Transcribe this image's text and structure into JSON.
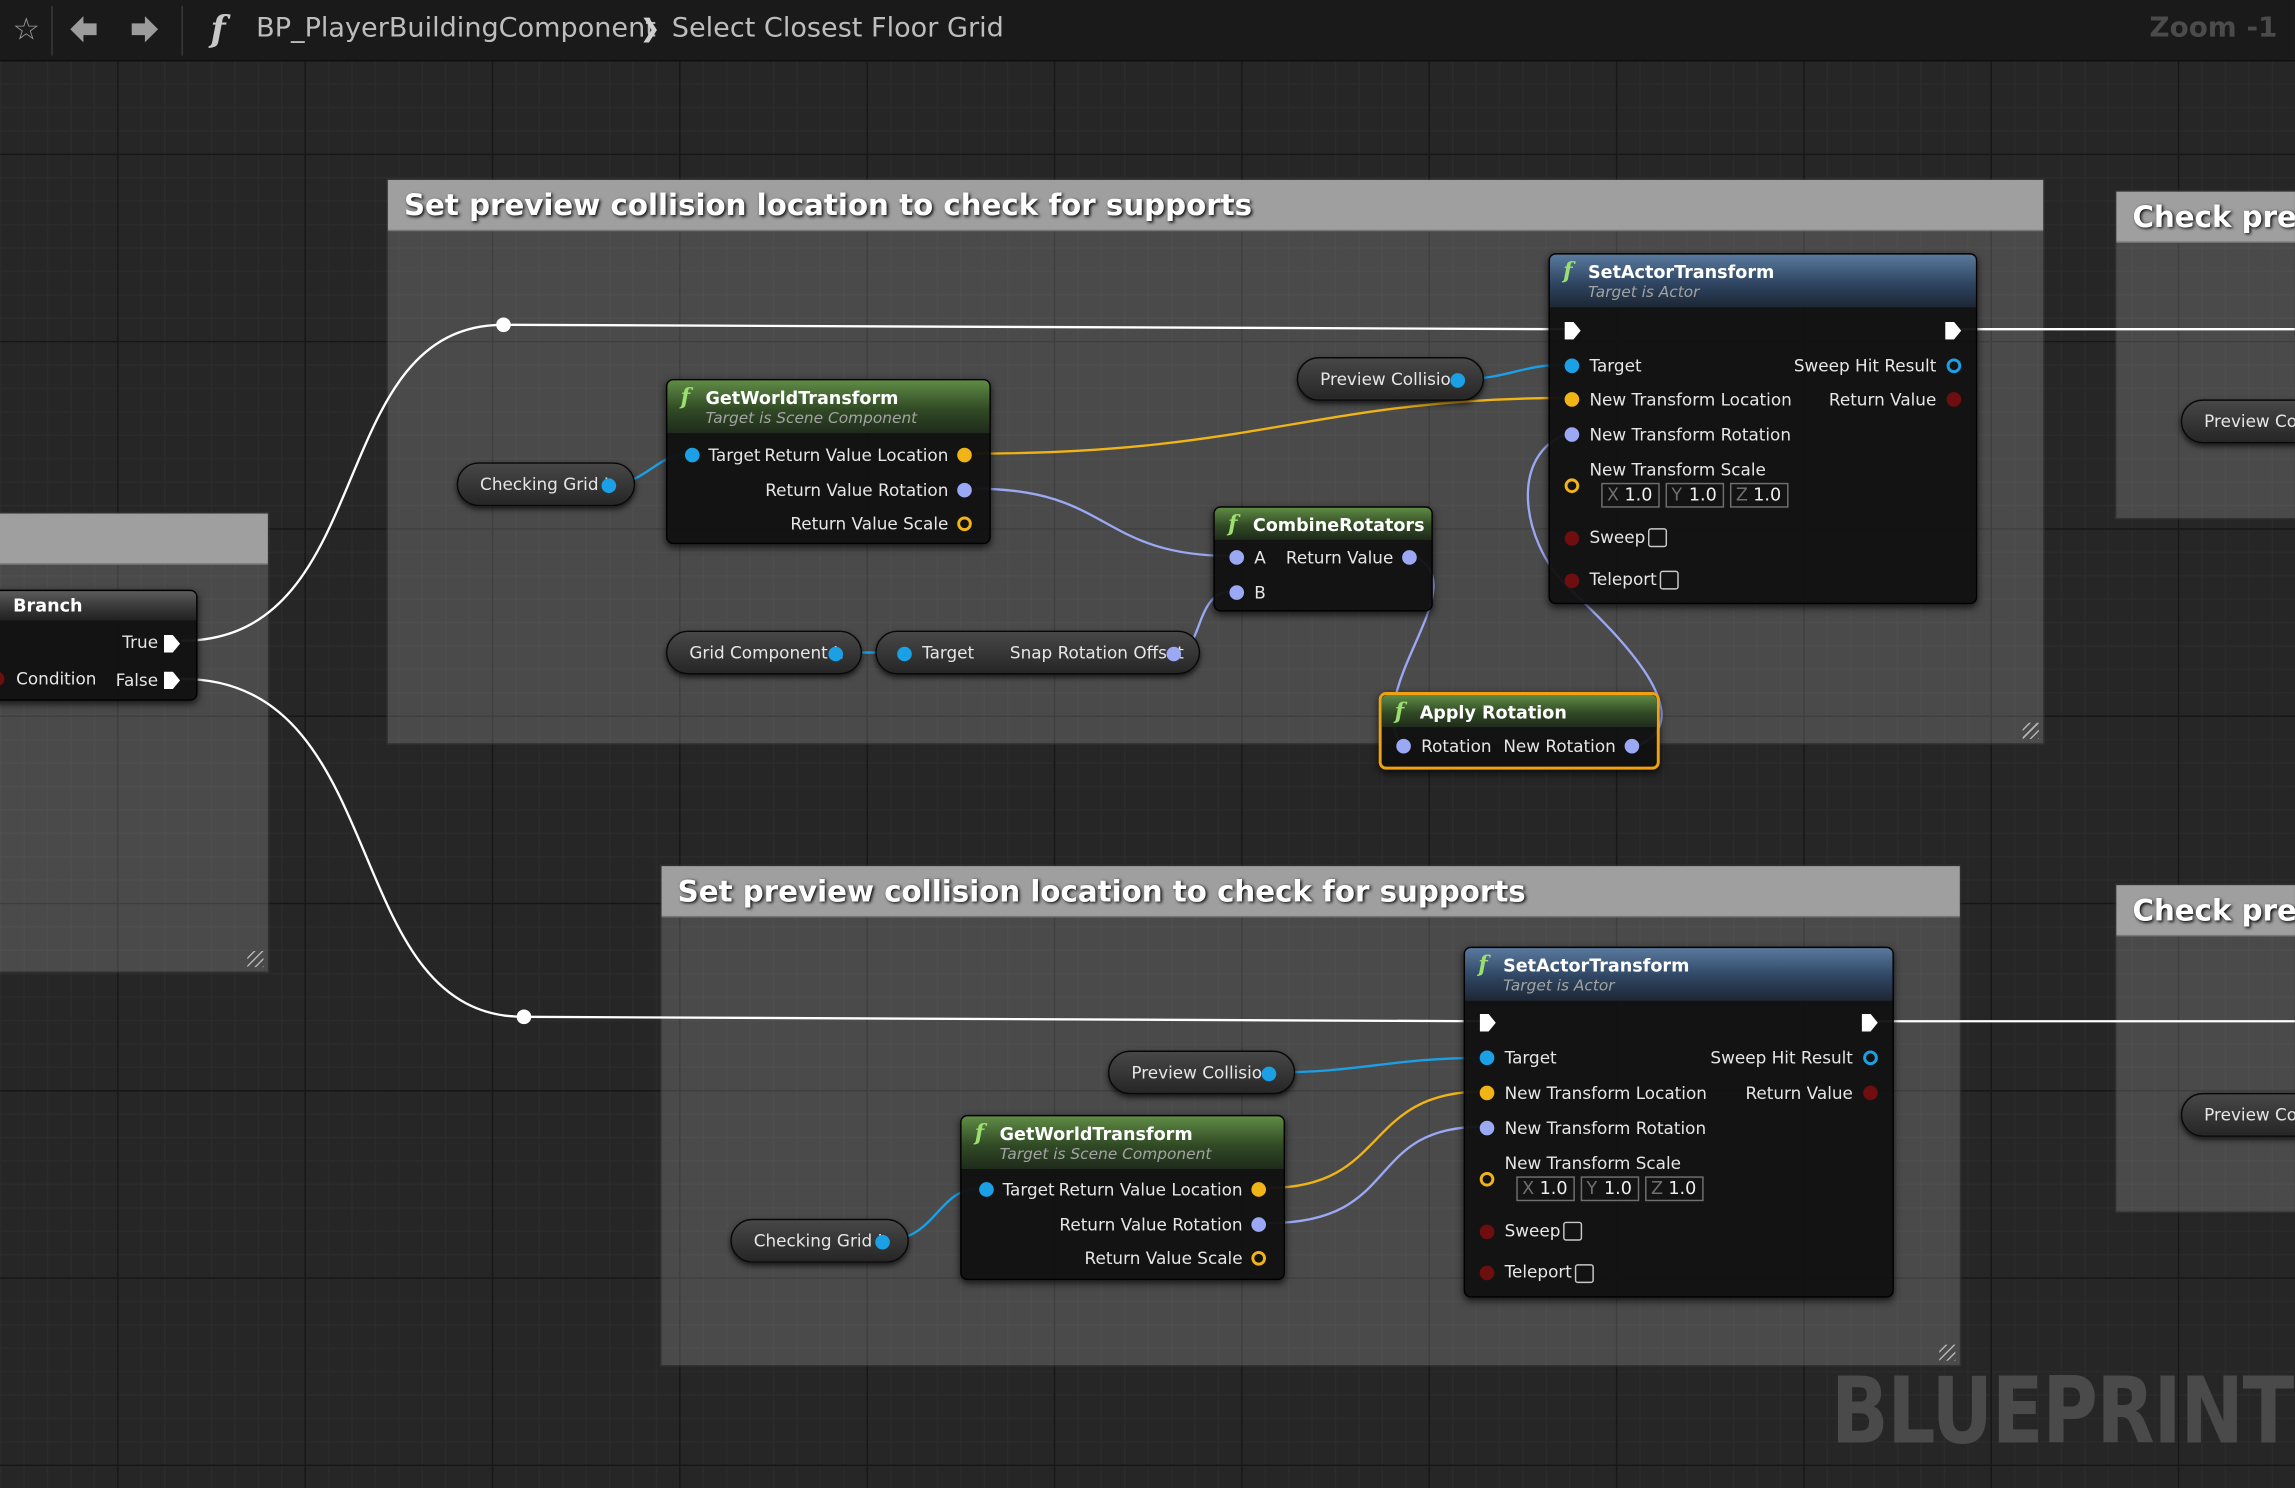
{
  "toolbar": {
    "bp_name": "BP_PlayerBuildingComponent",
    "func_name": "Select Closest Floor Grid",
    "zoom": "Zoom -1",
    "crumb_sep": "❯"
  },
  "comments": {
    "top": "Set preview collision location to check for supports",
    "bottom": "Set preview collision location to check for supports",
    "right_top": "Check prev",
    "right_bottom": "Check prev"
  },
  "branch": {
    "title": "Branch",
    "true_label": "True",
    "false_label": "False",
    "condition_label": "Condition"
  },
  "top": {
    "set_transform": {
      "title": "SetActorTransform",
      "subtitle": "Target is Actor",
      "target": "Target",
      "sweep_hit": "Sweep Hit Result",
      "new_loc": "New Transform Location",
      "return_value": "Return Value",
      "new_rot": "New Transform Rotation",
      "new_scale": "New Transform Scale",
      "scale_x": "1.0",
      "scale_y": "1.0",
      "scale_z": "1.0",
      "sweep": "Sweep",
      "teleport": "Teleport"
    },
    "get_world": {
      "title": "GetWorldTransform",
      "subtitle": "Target is Scene Component",
      "target": "Target",
      "loc": "Return Value Location",
      "rot": "Return Value Rotation",
      "scale": "Return Value Scale"
    },
    "combine": {
      "title": "CombineRotators",
      "a": "A",
      "b": "B",
      "ret": "Return Value"
    },
    "apply": {
      "title": "Apply Rotation",
      "rot": "Rotation",
      "new_rot": "New Rotation"
    },
    "preview_collision": "Preview Collision",
    "checking_grid": "Checking Grid L",
    "grid_component": "Grid Component L",
    "snap": {
      "target": "Target",
      "offset": "Snap Rotation Offset"
    },
    "right_preview": "Preview Coll"
  },
  "bottom": {
    "set_transform": {
      "title": "SetActorTransform",
      "subtitle": "Target is Actor",
      "target": "Target",
      "sweep_hit": "Sweep Hit Result",
      "new_loc": "New Transform Location",
      "return_value": "Return Value",
      "new_rot": "New Transform Rotation",
      "new_scale": "New Transform Scale",
      "scale_x": "1.0",
      "scale_y": "1.0",
      "scale_z": "1.0",
      "sweep": "Sweep",
      "teleport": "Teleport"
    },
    "get_world": {
      "title": "GetWorldTransform",
      "subtitle": "Target is Scene Component",
      "target": "Target",
      "loc": "Return Value Location",
      "rot": "Return Value Rotation",
      "scale": "Return Value Scale"
    },
    "preview_collision": "Preview Collision",
    "checking_grid": "Checking Grid L",
    "right_preview": "Preview Coll"
  },
  "watermark": "BLUEPRINT",
  "colors": {
    "exec": "#ffffff",
    "object": "#1ba0e6",
    "vector": "#f0b417",
    "rotator": "#9ba8f3",
    "bool": "#6e0e0e",
    "func_header": "#314a25",
    "target_header": "#2f4562",
    "highlight": "#f0a010"
  },
  "icons": {
    "favorite": "star-icon",
    "back": "back-arrow-icon",
    "forward": "forward-arrow-icon",
    "function": "function-icon"
  }
}
